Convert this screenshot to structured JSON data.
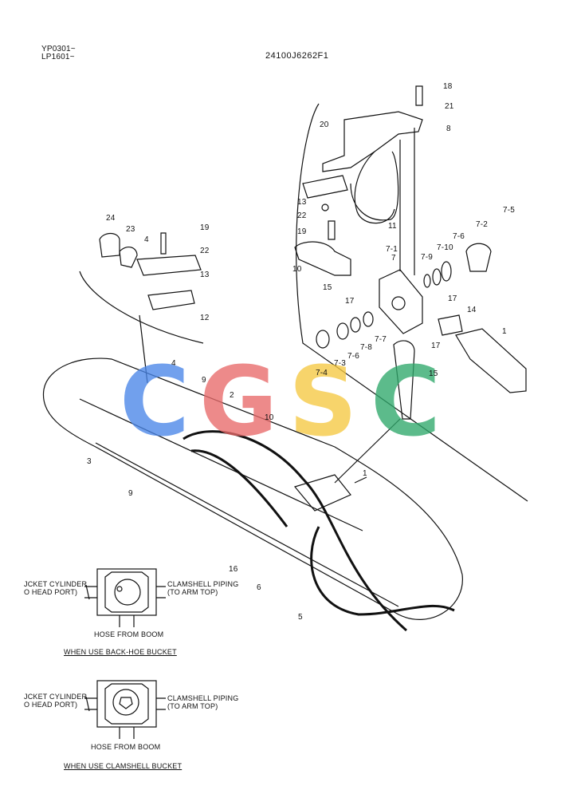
{
  "header": {
    "model_line1": "YP0301~",
    "model_line2": "LP1601~",
    "doc_number": "24100J6262F1"
  },
  "callouts": [
    "18",
    "21",
    "20",
    "8",
    "13",
    "22",
    "11",
    "19",
    "10",
    "15",
    "17",
    "7-1",
    "7",
    "7-9",
    "7-10",
    "7-6",
    "7-2",
    "7-5",
    "17",
    "14",
    "1",
    "7-7",
    "7-8",
    "7-6",
    "7-3",
    "7-4",
    "17",
    "15",
    "24",
    "23",
    "4",
    "19",
    "22",
    "13",
    "12",
    "4",
    "9",
    "2",
    "10",
    "3",
    "9",
    "1",
    "16",
    "6",
    "5"
  ],
  "schematic1": {
    "left_label_1": "JCKET CYLINDER",
    "left_label_2": "O HEAD PORT)",
    "right_label_1": "CLAMSHELL PIPING",
    "right_label_2": "(TO ARM TOP)",
    "bottom_label": "HOSE FROM BOOM",
    "caption": "WHEN USE BACK-HOE BUCKET"
  },
  "schematic2": {
    "left_label_1": "JCKET CYLINDER",
    "left_label_2": "O HEAD PORT)",
    "right_label_1": "CLAMSHELL PIPING",
    "right_label_2": "(TO ARM TOP)",
    "bottom_label": "HOSE FROM BOOM",
    "caption": "WHEN USE CLAMSHELL BUCKET"
  },
  "watermark": {
    "letters": [
      "C",
      "G",
      "S",
      "C"
    ],
    "colors": [
      "#4a86e8",
      "#e86a6a",
      "#f5c842",
      "#2fa86b"
    ]
  }
}
